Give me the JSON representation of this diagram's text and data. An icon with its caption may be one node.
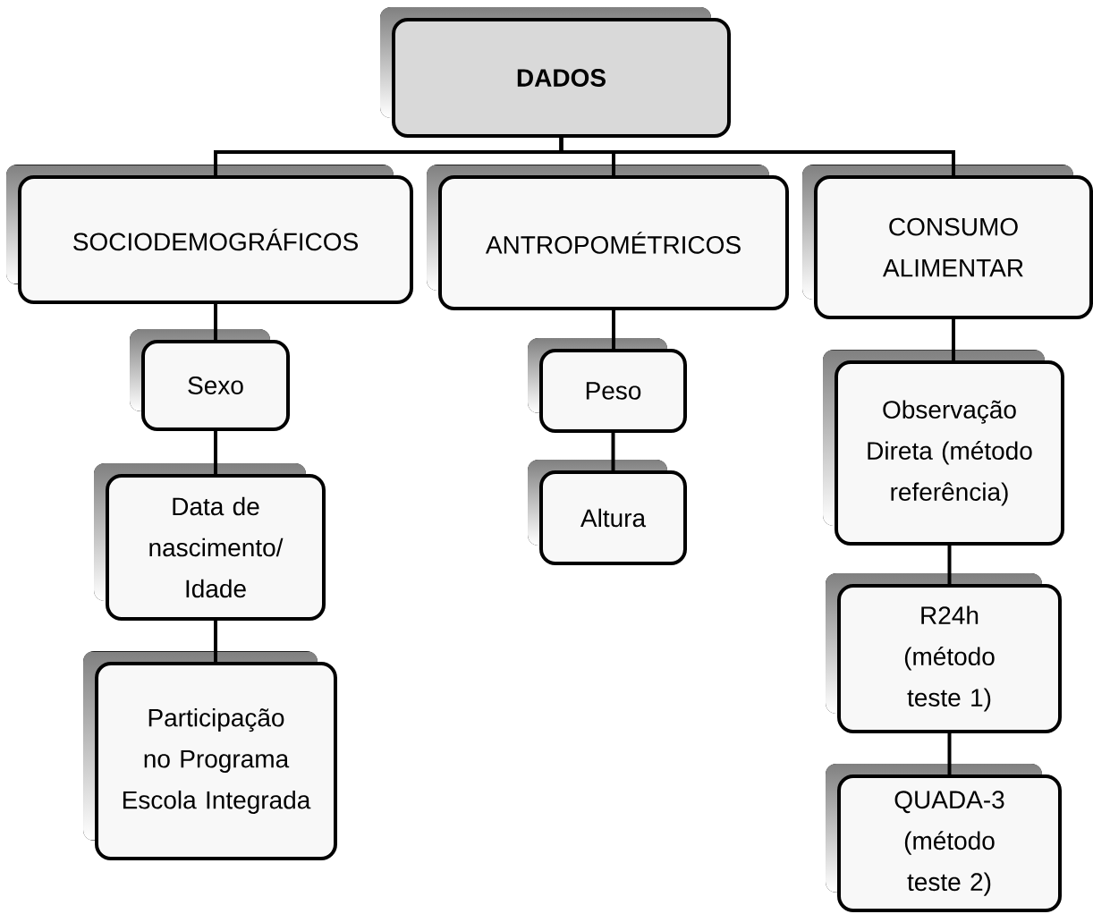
{
  "diagram": {
    "nodes": [
      {
        "text": [
          "DADOS"
        ]
      },
      {
        "text": [
          "SOCIODEMOGRÁFICOS"
        ]
      },
      {
        "text": [
          "ANTROPOMÉTRICOS"
        ]
      },
      {
        "text": [
          "CONSUMO ALIMENTAR"
        ]
      },
      {
        "text": [
          "Sexo"
        ]
      },
      {
        "text": [
          "Data de nascimento/ Idade"
        ]
      },
      {
        "text": [
          "Participação no Programa Escola Integrada"
        ]
      },
      {
        "text": [
          "Peso"
        ]
      },
      {
        "text": [
          "Altura"
        ]
      },
      {
        "text": [
          "Observação Direta (método referência)"
        ]
      },
      {
        "text": [
          "R24h (método teste 1)"
        ]
      },
      {
        "text": [
          "QUADA-3 (método teste 2)"
        ]
      }
    ],
    "edges": [
      {
        "from": 0,
        "to": 1,
        "arrow": "none"
      },
      {
        "from": 0,
        "to": 2,
        "arrow": "none"
      },
      {
        "from": 0,
        "to": 3,
        "arrow": "none"
      },
      {
        "from": 1,
        "to": 4,
        "arrow": "none"
      },
      {
        "from": 4,
        "to": 5,
        "arrow": "none"
      },
      {
        "from": 5,
        "to": 6,
        "arrow": "none"
      },
      {
        "from": 2,
        "to": 7,
        "arrow": "none"
      },
      {
        "from": 7,
        "to": 8,
        "arrow": "none"
      },
      {
        "from": 3,
        "to": 9,
        "arrow": "none"
      },
      {
        "from": 9,
        "to": 10,
        "arrow": "none"
      },
      {
        "from": 10,
        "to": 11,
        "arrow": "none"
      }
    ]
  }
}
